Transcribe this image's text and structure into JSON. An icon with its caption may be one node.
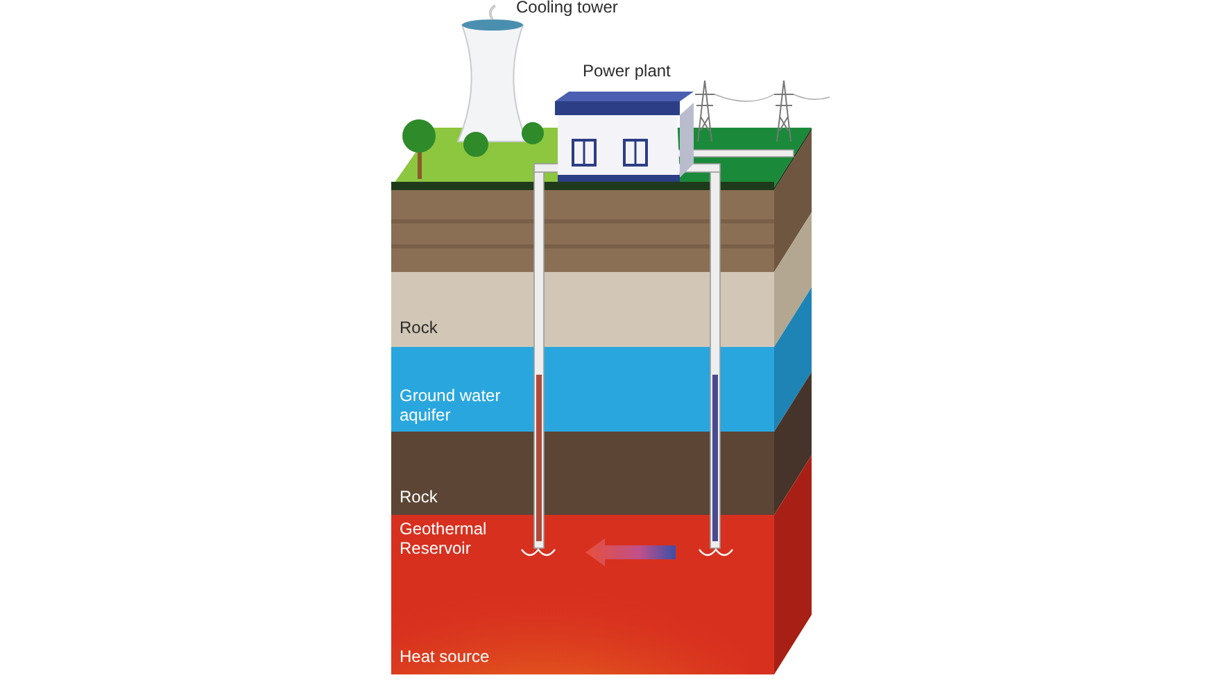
{
  "diagram": {
    "labels": [
      "Cooling tower",
      "Power plant",
      "Rock",
      "Ground water aquifer",
      "Rock",
      "Geothermal Reservoir",
      "Heat source"
    ]
  }
}
